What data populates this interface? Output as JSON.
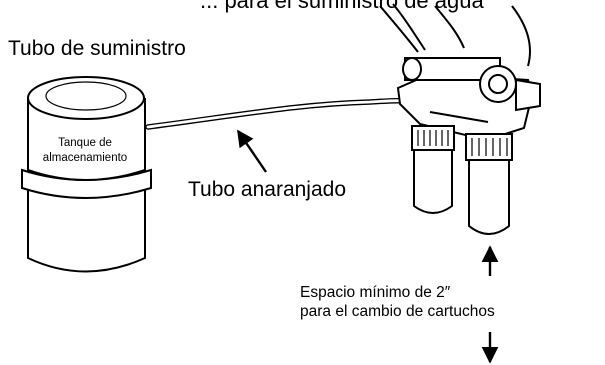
{
  "labels": {
    "top_cut_text": "... para el suministro de agua",
    "supply_tube": "Tubo de suministro",
    "orange_tube": "Tubo anaranjado",
    "tank_line1": "Tanque de",
    "tank_line2": "almacenamiento",
    "space_line1": "Espacio mínimo de 2″",
    "space_line2": "para el cambio de cartuchos"
  }
}
